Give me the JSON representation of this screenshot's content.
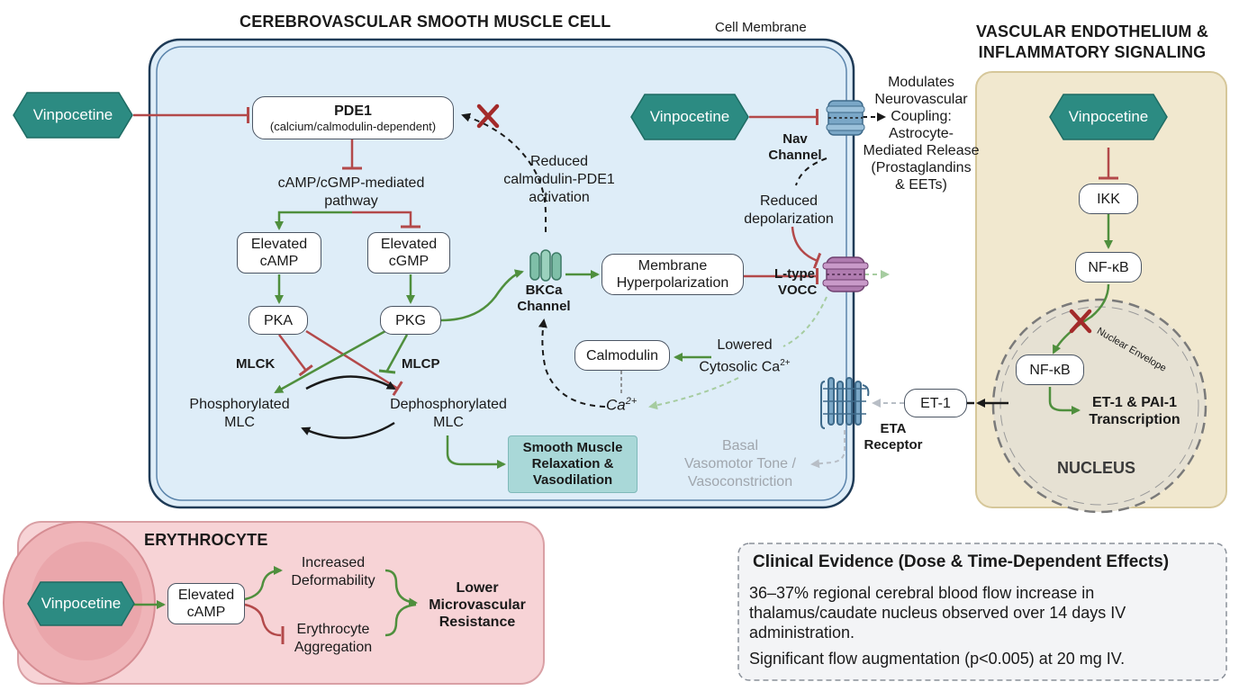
{
  "titles": {
    "smooth_muscle": "CEREBROVASCULAR SMOOTH MUSCLE CELL",
    "endothelium_line1": "VASCULAR ENDOTHELIUM &",
    "endothelium_line2": "INFLAMMATORY SIGNALING",
    "erythrocyte": "ERYTHROCYTE"
  },
  "labels": {
    "cell_membrane": "Cell Membrane",
    "vinpocetine": "Vinpocetine",
    "pde1_title": "PDE1",
    "pde1_sub": "(calcium/calmodulin-dependent)",
    "pathway_line1": "cAMP/cGMP-mediated",
    "pathway_line2": "pathway",
    "elevated_camp_line1": "Elevated",
    "elevated_camp_line2": "cAMP",
    "elevated_cgmp_line1": "Elevated",
    "elevated_cgmp_line2": "cGMP",
    "pka": "PKA",
    "pkg": "PKG",
    "mlck": "MLCK",
    "mlcp": "MLCP",
    "phospho_line1": "Phosphorylated",
    "phospho_line2": "MLC",
    "dephospho_line1": "Dephosphorylated",
    "dephospho_line2": "MLC",
    "relaxation_line1": "Smooth Muscle",
    "relaxation_line2": "Relaxation &",
    "relaxation_line3": "Vasodilation",
    "reduced_cam_line1": "Reduced",
    "reduced_cam_line2": "calmodulin-PDE1",
    "reduced_cam_line3": "activation",
    "bkca_line1": "BKCa",
    "bkca_line2": "Channel",
    "hyper_line1": "Membrane",
    "hyper_line2": "Hyperpolarization",
    "ltype_line1": "L-type",
    "ltype_line2": "VOCC",
    "calmodulin": "Calmodulin",
    "lowered_line1": "Lowered",
    "lowered_line2": "Cytosolic Ca",
    "ca_sup": "2+",
    "ca": "Ca",
    "nav_line1": "Nav",
    "nav_line2": "Channel",
    "reduced_depol_line1": "Reduced",
    "reduced_depol_line2": "depolarization",
    "modulates_line1": "Modulates",
    "modulates_line2": "Neurovascular",
    "modulates_line3": "Coupling:",
    "modulates_line4": "Astrocyte-",
    "modulates_line5": "Mediated Release",
    "modulates_line6": "(Prostaglandins",
    "modulates_line7": "& EETs)",
    "basal_line1": "Basal",
    "basal_line2": "Vasomotor Tone /",
    "basal_line3": "Vasoconstriction",
    "eta_line1": "ETA",
    "eta_line2": "Receptor",
    "et1": "ET-1",
    "ikk": "IKK",
    "nfkb": "NF-κB",
    "nuclear_envelope": "Nuclear Envelope",
    "transcription_line1": "ET-1 & PAI-1",
    "transcription_line2": "Transcription",
    "nucleus": "NUCLEUS",
    "deform_line1": "Increased",
    "deform_line2": "Deformability",
    "aggreg_line1": "Erythrocyte",
    "aggreg_line2": "Aggregation",
    "lower_line1": "Lower",
    "lower_line2": "Microvascular",
    "lower_line3": "Resistance"
  },
  "clinical": {
    "title": "Clinical Evidence (Dose & Time-Dependent Effects)",
    "line1": "36–37% regional cerebral blood flow increase in",
    "line2": "thalamus/caudate nucleus observed over 14 days IV",
    "line3": "administration.",
    "line4": "Significant flow augmentation (p<0.005) at 20 mg IV."
  },
  "colors": {
    "cell_fill": "#deedf8",
    "cell_border": "#1f3b57",
    "endo_fill": "#f1e8cf",
    "endo_border": "#d6c79a",
    "rbc_fill": "#f7d3d6",
    "vinpocetine_teal": "#2c8b82",
    "activate_green": "#4f8f3d",
    "inhibit_red": "#b3494a",
    "relax_fill": "#a9d8d8",
    "clinical_fill": "#f3f4f6"
  }
}
